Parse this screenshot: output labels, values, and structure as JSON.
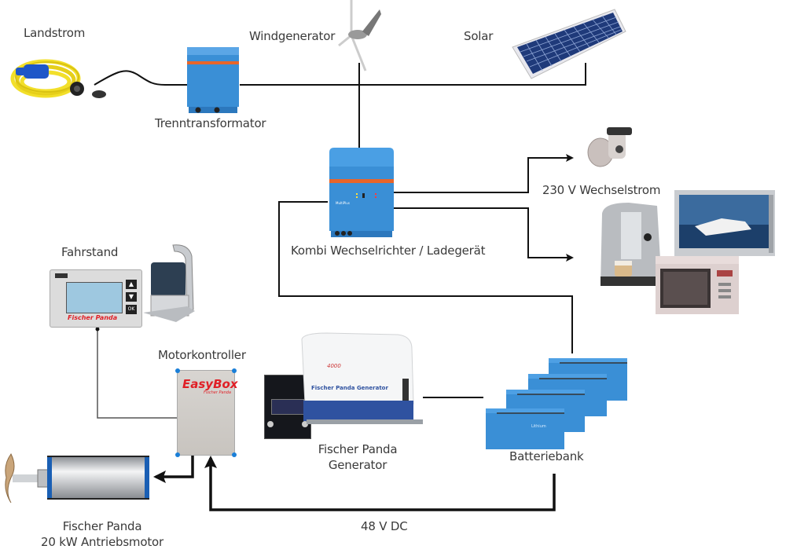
{
  "diagram": {
    "title": "Hybrid-Antriebssystem Schema",
    "components": {
      "shore_power": {
        "label": "Landstrom",
        "icon": "shore-power-cable-icon"
      },
      "isolation_transformer": {
        "label": "Trenntransformator",
        "icon": "transformer-icon"
      },
      "wind_generator": {
        "label": "Windgenerator",
        "icon": "wind-turbine-icon"
      },
      "solar": {
        "label": "Solar",
        "icon": "solar-panel-icon"
      },
      "inverter_charger": {
        "label": "Kombi Wechselrichter / Ladegerät",
        "icon": "inverter-charger-icon",
        "device_text": "MultiPlus"
      },
      "ac_loads": {
        "label": "230 V Wechselstrom",
        "icons": [
          "spotlight-icon",
          "coffee-machine-icon",
          "tv-icon",
          "microwave-icon"
        ]
      },
      "helm": {
        "label": "Fahrstand",
        "icon": "control-panel-icon",
        "panel_brand": "Fischer Panda",
        "buttons": [
          "▲",
          "▼",
          "OK"
        ]
      },
      "motor_controller": {
        "label": "Motorkontroller",
        "icon": "controller-box-icon",
        "brand": "EasyBox",
        "sub_brand": "Fischer Panda"
      },
      "generator": {
        "label_line1": "Fischer Panda",
        "label_line2": "Generator",
        "icon": "generator-icon",
        "model": "4000",
        "brand_text": "Fischer Panda Generator"
      },
      "battery_bank": {
        "label": "Batteriebank",
        "icon": "battery-icon",
        "battery_text": "Lithium"
      },
      "drive_motor": {
        "label_line1": "Fischer Panda",
        "label_line2": "20 kW Antriebsmotor",
        "icon": "electric-motor-icon"
      }
    },
    "connections": {
      "dc_bus_label": "48 V DC"
    },
    "colors": {
      "device_blue": "#3a8fd6",
      "device_orange": "#e8652a",
      "cable_yellow": "#f2df2a",
      "wire": "#111111",
      "text": "#3a3a3a",
      "brand_red": "#e01f26"
    }
  }
}
